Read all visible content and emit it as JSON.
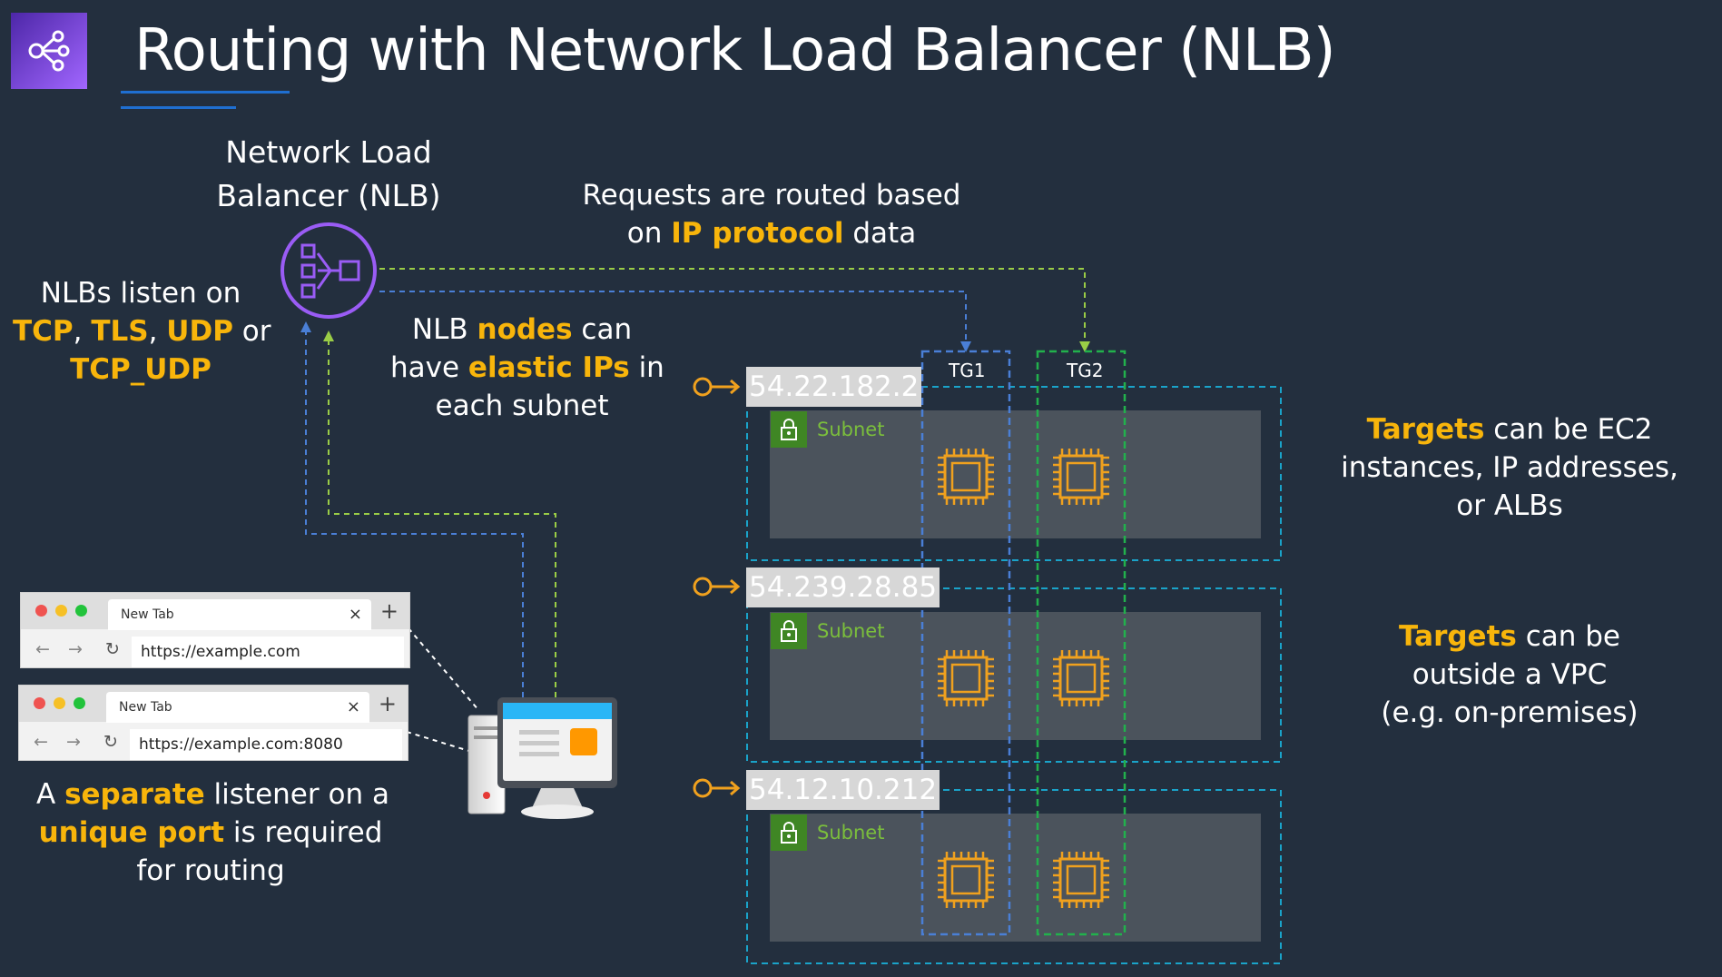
{
  "title": "Routing with Network Load Balancer (NLB)",
  "nlb_label_line1": "Network Load",
  "nlb_label_line2": "Balancer (NLB)",
  "routing_note": {
    "line1": "Requests are routed based",
    "line2_pre": "on ",
    "line2_hl": "IP protocol",
    "line2_post": " data"
  },
  "listen_note": {
    "line1": "NLBs listen on",
    "tcp": "TCP",
    "tls": "TLS",
    "udp": "UDP",
    "or": " or",
    "tcp_udp": "TCP_UDP",
    "comma": ", "
  },
  "nodes_note": {
    "pre": "NLB ",
    "hl1": "nodes",
    "mid": " can",
    "line2_pre": "have ",
    "hl2": "elastic IPs",
    "line2_post": " in",
    "line3": "each subnet"
  },
  "listener_note": {
    "pre": "A ",
    "hl1": "separate",
    "mid": " listener on a",
    "hl2": "unique port",
    "post": " is required",
    "line3": "for routing"
  },
  "targets_note_1": {
    "hl": "Targets",
    "line1_post": " can be EC2",
    "line2": "instances, IP addresses,",
    "line3": "or ALBs"
  },
  "targets_note_2": {
    "hl": "Targets",
    "line1_post": " can be",
    "line2": "outside a VPC",
    "line3": "(e.g. on-premises)"
  },
  "target_groups": [
    "TG1",
    "TG2"
  ],
  "subnets": [
    {
      "ip": "54.22.182.2",
      "label": "Subnet"
    },
    {
      "ip": "54.239.28.85",
      "label": "Subnet"
    },
    {
      "ip": "54.12.10.212",
      "label": "Subnet"
    }
  ],
  "browsers": [
    {
      "tab": "New Tab",
      "close": "×",
      "new_tab": "+",
      "url": "https://example.com"
    },
    {
      "tab": "New Tab",
      "close": "×",
      "new_tab": "+",
      "url": "https://example.com:8080"
    }
  ],
  "colors": {
    "background": "#232f3e",
    "highlight": "#f8b50b",
    "tg1_line": "#4a7fd6",
    "tg2_line": "#22b14c",
    "subnet_border": "#1aa3c9",
    "nlb_icon": "#9a5cf5",
    "chip": "#f0a11e"
  },
  "icons": [
    "app-integration-icon",
    "nlb-icon",
    "lock-icon",
    "ec2-chip-icon",
    "client-computer-icon",
    "elastic-ip-icon"
  ]
}
